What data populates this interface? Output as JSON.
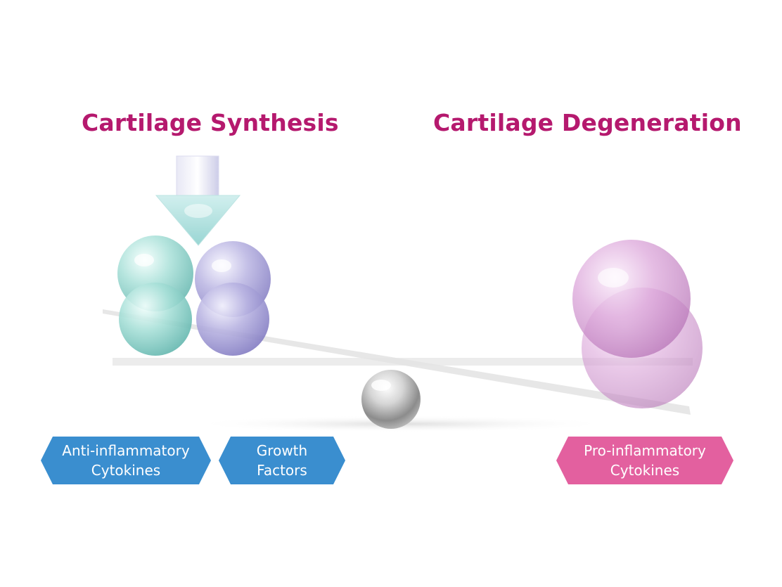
{
  "headings": {
    "synthesis": "Cartilage Synthesis",
    "degeneration": "Cartilage Degeneration"
  },
  "tags": {
    "anti": {
      "line1": "Anti-inflammatory",
      "line2": "Cytokines"
    },
    "growth": {
      "line1": "Growth",
      "line2": "Factors"
    },
    "pro": {
      "line1": "Pro-inflammatory",
      "line2": "Cytokines"
    }
  },
  "colors": {
    "heading": "#b5196e",
    "tag_blue": "#3a8ecf",
    "tag_pink": "#e3609f",
    "sphere_teal": "#7ecfc6",
    "sphere_lavender": "#a9a3d6",
    "sphere_pink": "#d99ad6",
    "fulcrum": "#c9c9c9"
  },
  "icons": [
    "down-arrow-icon",
    "sphere-icon",
    "balance-beam-icon",
    "fulcrum-ball-icon"
  ]
}
